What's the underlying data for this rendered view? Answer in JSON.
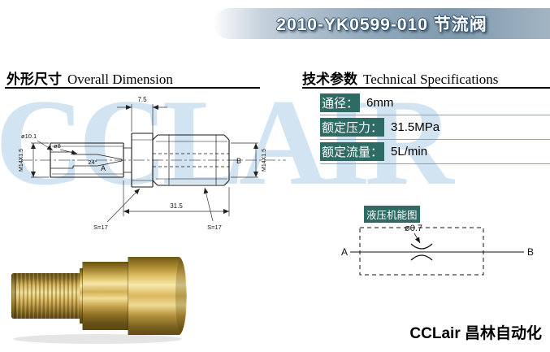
{
  "title": "2010-YK0599-010  节流阀",
  "watermark": "CCLAIR",
  "sections": {
    "overall": {
      "zh": "外形尺寸",
      "en": "Overall Dimension"
    },
    "specs": {
      "zh": "技术参数",
      "en": "Technical Specifications"
    }
  },
  "specs": [
    {
      "label": "通径：",
      "value": "6mm"
    },
    {
      "label": "额定压力：",
      "value": "31.5MPa"
    },
    {
      "label": "额定流量：",
      "value": "5L/min"
    }
  ],
  "drawing": {
    "dims": {
      "top_width": "7.5",
      "total_length": "31.5",
      "hex_left": "S=17",
      "hex_right": "S=17",
      "bore_major": "ø10.1",
      "bore_minor": "ø8",
      "cone_angle": "24°",
      "thread_left": "M14X1.5",
      "thread_right": "M14X1.5"
    },
    "ports": {
      "a": "A",
      "b": "B"
    }
  },
  "hydraulic": {
    "title": "液压机能图",
    "orifice": "ø0.7",
    "port_a": "A",
    "port_b": "B"
  },
  "footer": {
    "brand": "CCLair 昌林自动化"
  },
  "colors": {
    "highlight_bg": "#2e6b64",
    "title_bar": "#8fa6b8",
    "watermark": "#aecde6"
  }
}
